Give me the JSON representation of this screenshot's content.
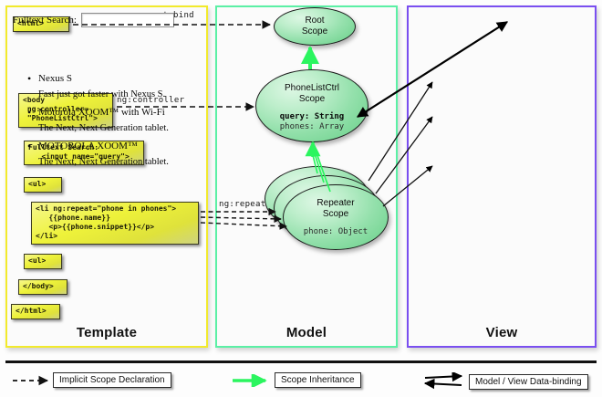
{
  "panels": [
    {
      "id": "template",
      "label": "Template",
      "border_color": "#f2ea2c"
    },
    {
      "id": "model",
      "label": "Model",
      "border_color": "#5bf0a5"
    },
    {
      "id": "view",
      "label": "View",
      "border_color": "#7a4ff0"
    }
  ],
  "template": {
    "code_boxes": [
      {
        "name": "html-open-box",
        "text": "<html>"
      },
      {
        "name": "body-controller-box",
        "text": "<body\n ng:controller=\n \"PhoneListCtrl\">"
      },
      {
        "name": "fulltext-search-box",
        "text": "Fulltext Search:\n   <input name=\"query\">"
      },
      {
        "name": "ul-open-box",
        "text": "<ul>"
      },
      {
        "name": "li-repeat-box",
        "text": "<li ng:repeat=\"phone in phones\">\n   {{phone.name}}\n   <p>{{phone.snippet}}</p>\n</li>"
      },
      {
        "name": "ul-close-box",
        "text": "<ul>"
      },
      {
        "name": "body-close-box",
        "text": "</body>"
      },
      {
        "name": "html-close-box",
        "text": "</html>"
      }
    ]
  },
  "model": {
    "scopes": [
      {
        "name": "root-scope",
        "title_line1": "Root",
        "title_line2": "Scope",
        "properties": []
      },
      {
        "name": "phonelistctrl-scope",
        "title_line1": "PhoneListCtrl",
        "title_line2": "Scope",
        "properties": [
          {
            "text": "query: String",
            "bold": true
          },
          {
            "text": "phones: Array",
            "bold": false
          }
        ]
      },
      {
        "name": "repeater-scope",
        "title_line1": "Repeater",
        "title_line2": "Scope",
        "properties": [
          {
            "text": "phone: Object",
            "bold": false
          }
        ],
        "stack_count": 3
      }
    ]
  },
  "edges": {
    "autobind_label": "ng:autobind",
    "controller_label": "ng:controller",
    "repeat_label": "ng:repeat"
  },
  "view": {
    "search_label": "Fulltext Search:",
    "search_value": "",
    "search_placeholder": "",
    "phones": [
      {
        "name": "Nexus S",
        "snippet": "Fast just got faster with Nexus S."
      },
      {
        "name": "Motorola XOOM™  with Wi-Fi",
        "snippet": "The Next, Next Generation tablet."
      },
      {
        "name": "MOTOROLA XOOM™",
        "snippet": "The Next, Next Generation tablet."
      }
    ]
  },
  "legend": [
    {
      "name": "legend-implicit-scope-declaration",
      "label": "Implicit Scope Declaration",
      "arrow": "dashed-black"
    },
    {
      "name": "legend-scope-inheritance",
      "label": "Scope Inheritance",
      "arrow": "solid-green"
    },
    {
      "name": "legend-model-view-databinding",
      "label": "Model / View Data-binding",
      "arrow": "double-black"
    }
  ],
  "colors": {
    "template_border": "#f2ea2c",
    "model_border": "#5bf0a5",
    "view_border": "#7a4ff0",
    "inheritance_green": "#2bf55f",
    "code_yellow": "#eef23a",
    "scope_green": "#93e0ab"
  }
}
